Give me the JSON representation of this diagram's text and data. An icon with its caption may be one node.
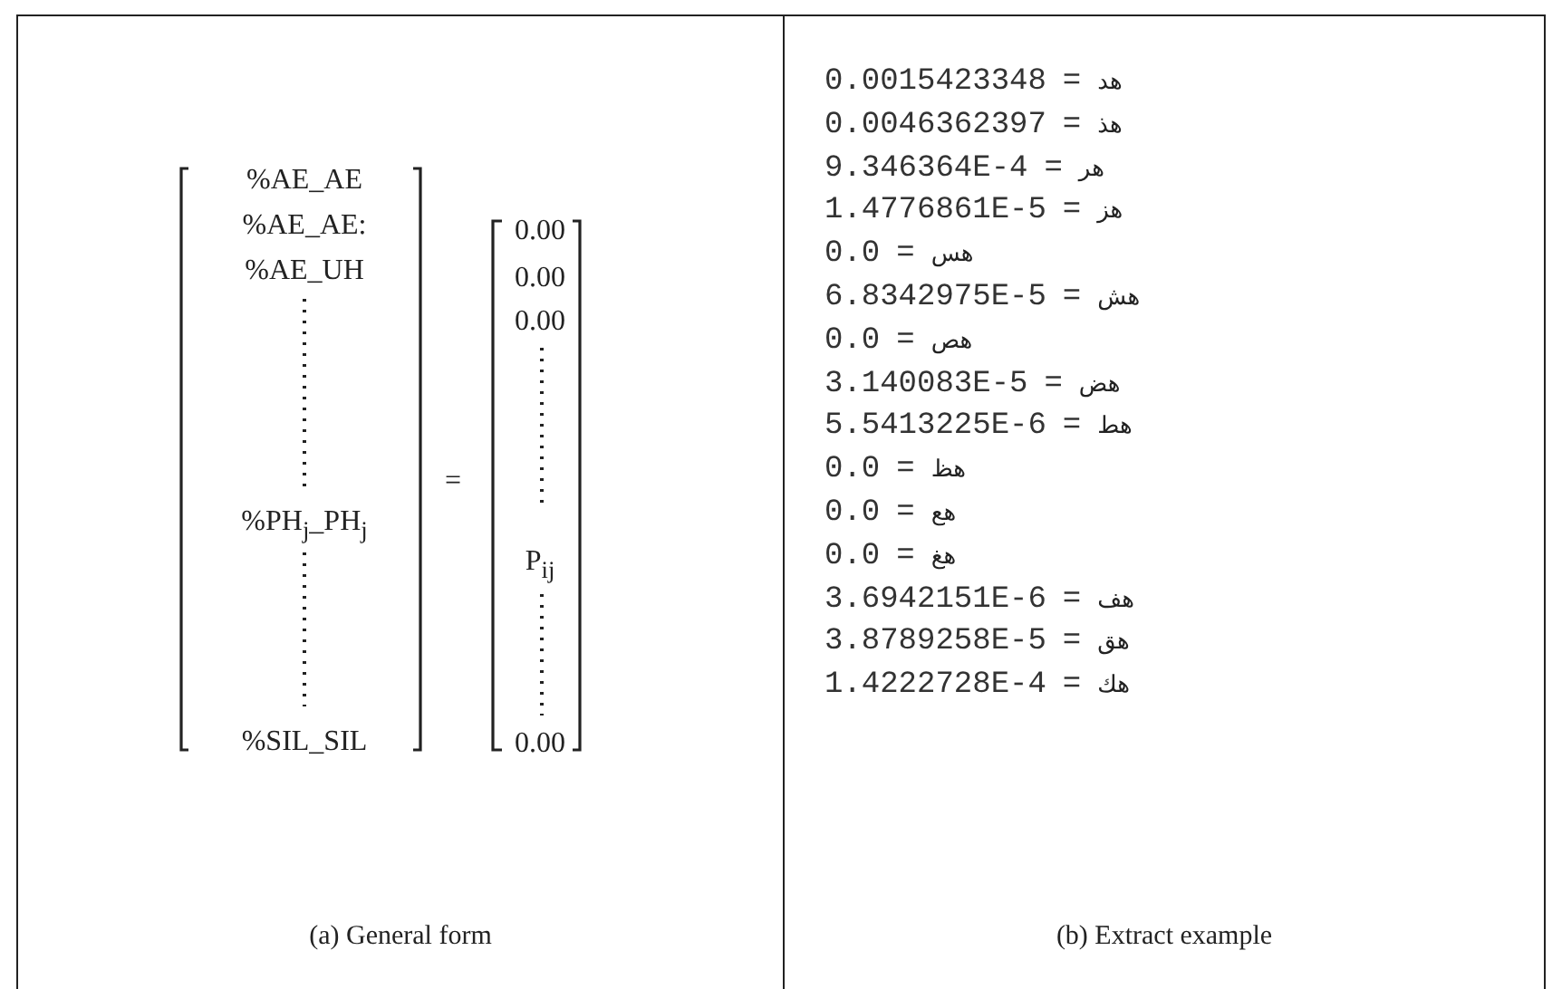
{
  "diagram": {
    "nodes": [
      {
        "text": [
          "(a) General form"
        ]
      },
      {
        "text": [
          "(b) Extract example"
        ]
      }
    ],
    "edges": [],
    "labels": [
      "%AE_AE",
      "%AE_AE:",
      "%AE_UH",
      "%PH$_{j}$_PH$_{j}$",
      "%SIL_SIL",
      "=",
      "0.00",
      "0.00",
      "0.00",
      "P$_{ij}$",
      "0.00",
      "0.0015423348",
      "=",
      "هد",
      "0.0046362397",
      "=",
      "هذ",
      "9.346364E-4",
      "=",
      "هر",
      "1.4776861E-5",
      "=",
      "هز",
      "0.0",
      "=",
      "هس",
      "6.8342975E-5",
      "=",
      "هش",
      "0.0",
      "=",
      "هص",
      "3.140083E-5",
      "=",
      "هض",
      "5.5413225E-6",
      "=",
      "هط",
      "0.0",
      "=",
      "هظ",
      "0.0",
      "=",
      "هع",
      "0.0",
      "=",
      "هغ",
      "3.6942151E-6",
      "=",
      "هف",
      "3.8789258E-5",
      "=",
      "هق",
      "1.4222728E-4",
      "=",
      "هك"
    ]
  }
}
